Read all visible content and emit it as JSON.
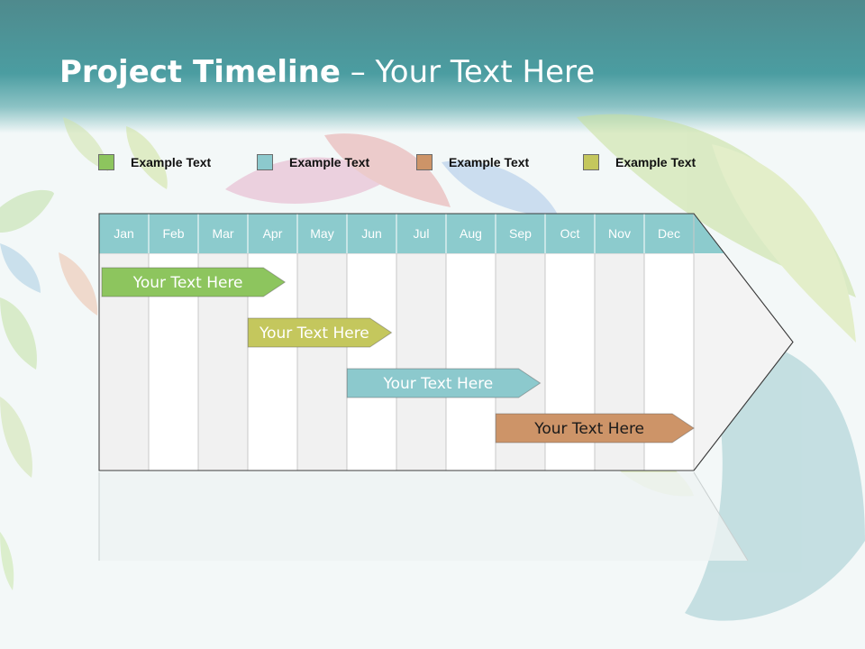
{
  "slide": {
    "title_bold": "Project Timeline",
    "title_rest": " – Your Text Here"
  },
  "legend": [
    {
      "label": "Example Text",
      "color": "#8dc55e"
    },
    {
      "label": "Example Text",
      "color": "#8cc9cd"
    },
    {
      "label": "Example Text",
      "color": "#cd9468"
    },
    {
      "label": "Example Text",
      "color": "#c4c75d"
    }
  ],
  "timeline": {
    "months": [
      "Jan",
      "Feb",
      "Mar",
      "Apr",
      "May",
      "Jun",
      "Jul",
      "Aug",
      "Sep",
      "Oct",
      "Nov",
      "Dec"
    ],
    "header_color": "#8ccbcd",
    "tasks": [
      {
        "label": "Your  Text Here",
        "start": 0.0,
        "end": 3.75,
        "color": "#8dc55e",
        "text_color": "#ffffff"
      },
      {
        "label": "Your  Text Here",
        "start": 2.95,
        "end": 5.9,
        "color": "#c4c75d",
        "text_color": "#ffffff"
      },
      {
        "label": "Your  Text Here",
        "start": 4.95,
        "end": 8.9,
        "color": "#8cc9cd",
        "text_color": "#ffffff"
      },
      {
        "label": "Your  Text Here",
        "start": 7.95,
        "end": 12.0,
        "color": "#cd9468",
        "text_color": "#1a1a1a"
      }
    ]
  }
}
